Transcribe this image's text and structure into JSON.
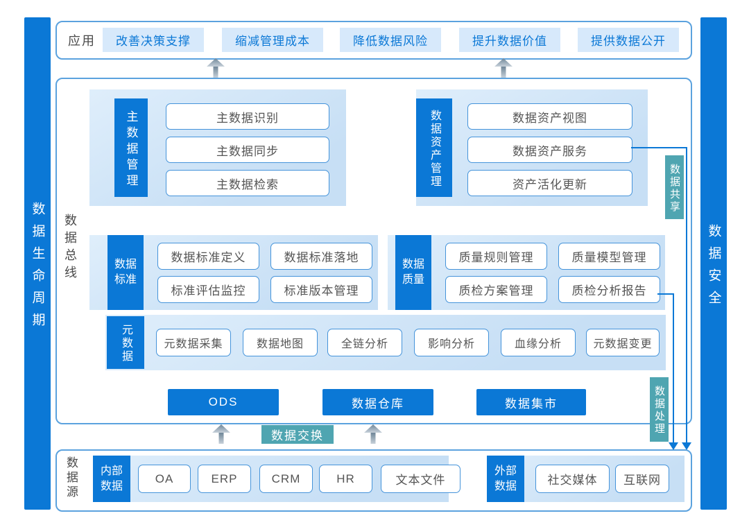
{
  "colors": {
    "primary_blue": "#0b78d6",
    "panel_border": "#5ba2de",
    "group_bg": "#cde3f6",
    "teal": "#4fa5b1",
    "app_button_bg": "#d7e9fb",
    "box_text": "#555555"
  },
  "left_bar": {
    "label": "数据生命周期"
  },
  "right_bar": {
    "label": "数据安全"
  },
  "application": {
    "label": "应用",
    "buttons": [
      "改善决策支撑",
      "缩减管理成本",
      "降低数据风险",
      "提升数据价值",
      "提供数据公开"
    ]
  },
  "data_bus": {
    "label": "数据总线",
    "master_data": {
      "label": "主数据管理",
      "items": [
        "主数据识别",
        "主数据同步",
        "主数据检索"
      ]
    },
    "data_asset": {
      "label": "数据资产管理",
      "items": [
        "数据资产视图",
        "数据资产服务",
        "资产活化更新"
      ]
    },
    "data_sharing_label": "数据共享",
    "standards": {
      "label": "数据标准",
      "items": [
        "数据标准定义",
        "数据标准落地",
        "标准评估监控",
        "标准版本管理"
      ]
    },
    "quality": {
      "label": "数据质量",
      "items": [
        "质量规则管理",
        "质量模型管理",
        "质检方案管理",
        "质检分析报告"
      ]
    },
    "metadata": {
      "label": "元数据",
      "items": [
        "元数据采集",
        "数据地图",
        "全链分析",
        "影响分析",
        "血缘分析",
        "元数据变更"
      ]
    },
    "storage": [
      "ODS",
      "数据仓库",
      "数据集市"
    ],
    "data_processing_label": "数据处理"
  },
  "data_exchange_label": "数据交换",
  "data_source": {
    "label": "数据源",
    "internal": {
      "label": "内部数据",
      "items": [
        "OA",
        "ERP",
        "CRM",
        "HR",
        "文本文件"
      ]
    },
    "external": {
      "label": "外部数据",
      "items": [
        "社交媒体",
        "互联网"
      ]
    }
  }
}
